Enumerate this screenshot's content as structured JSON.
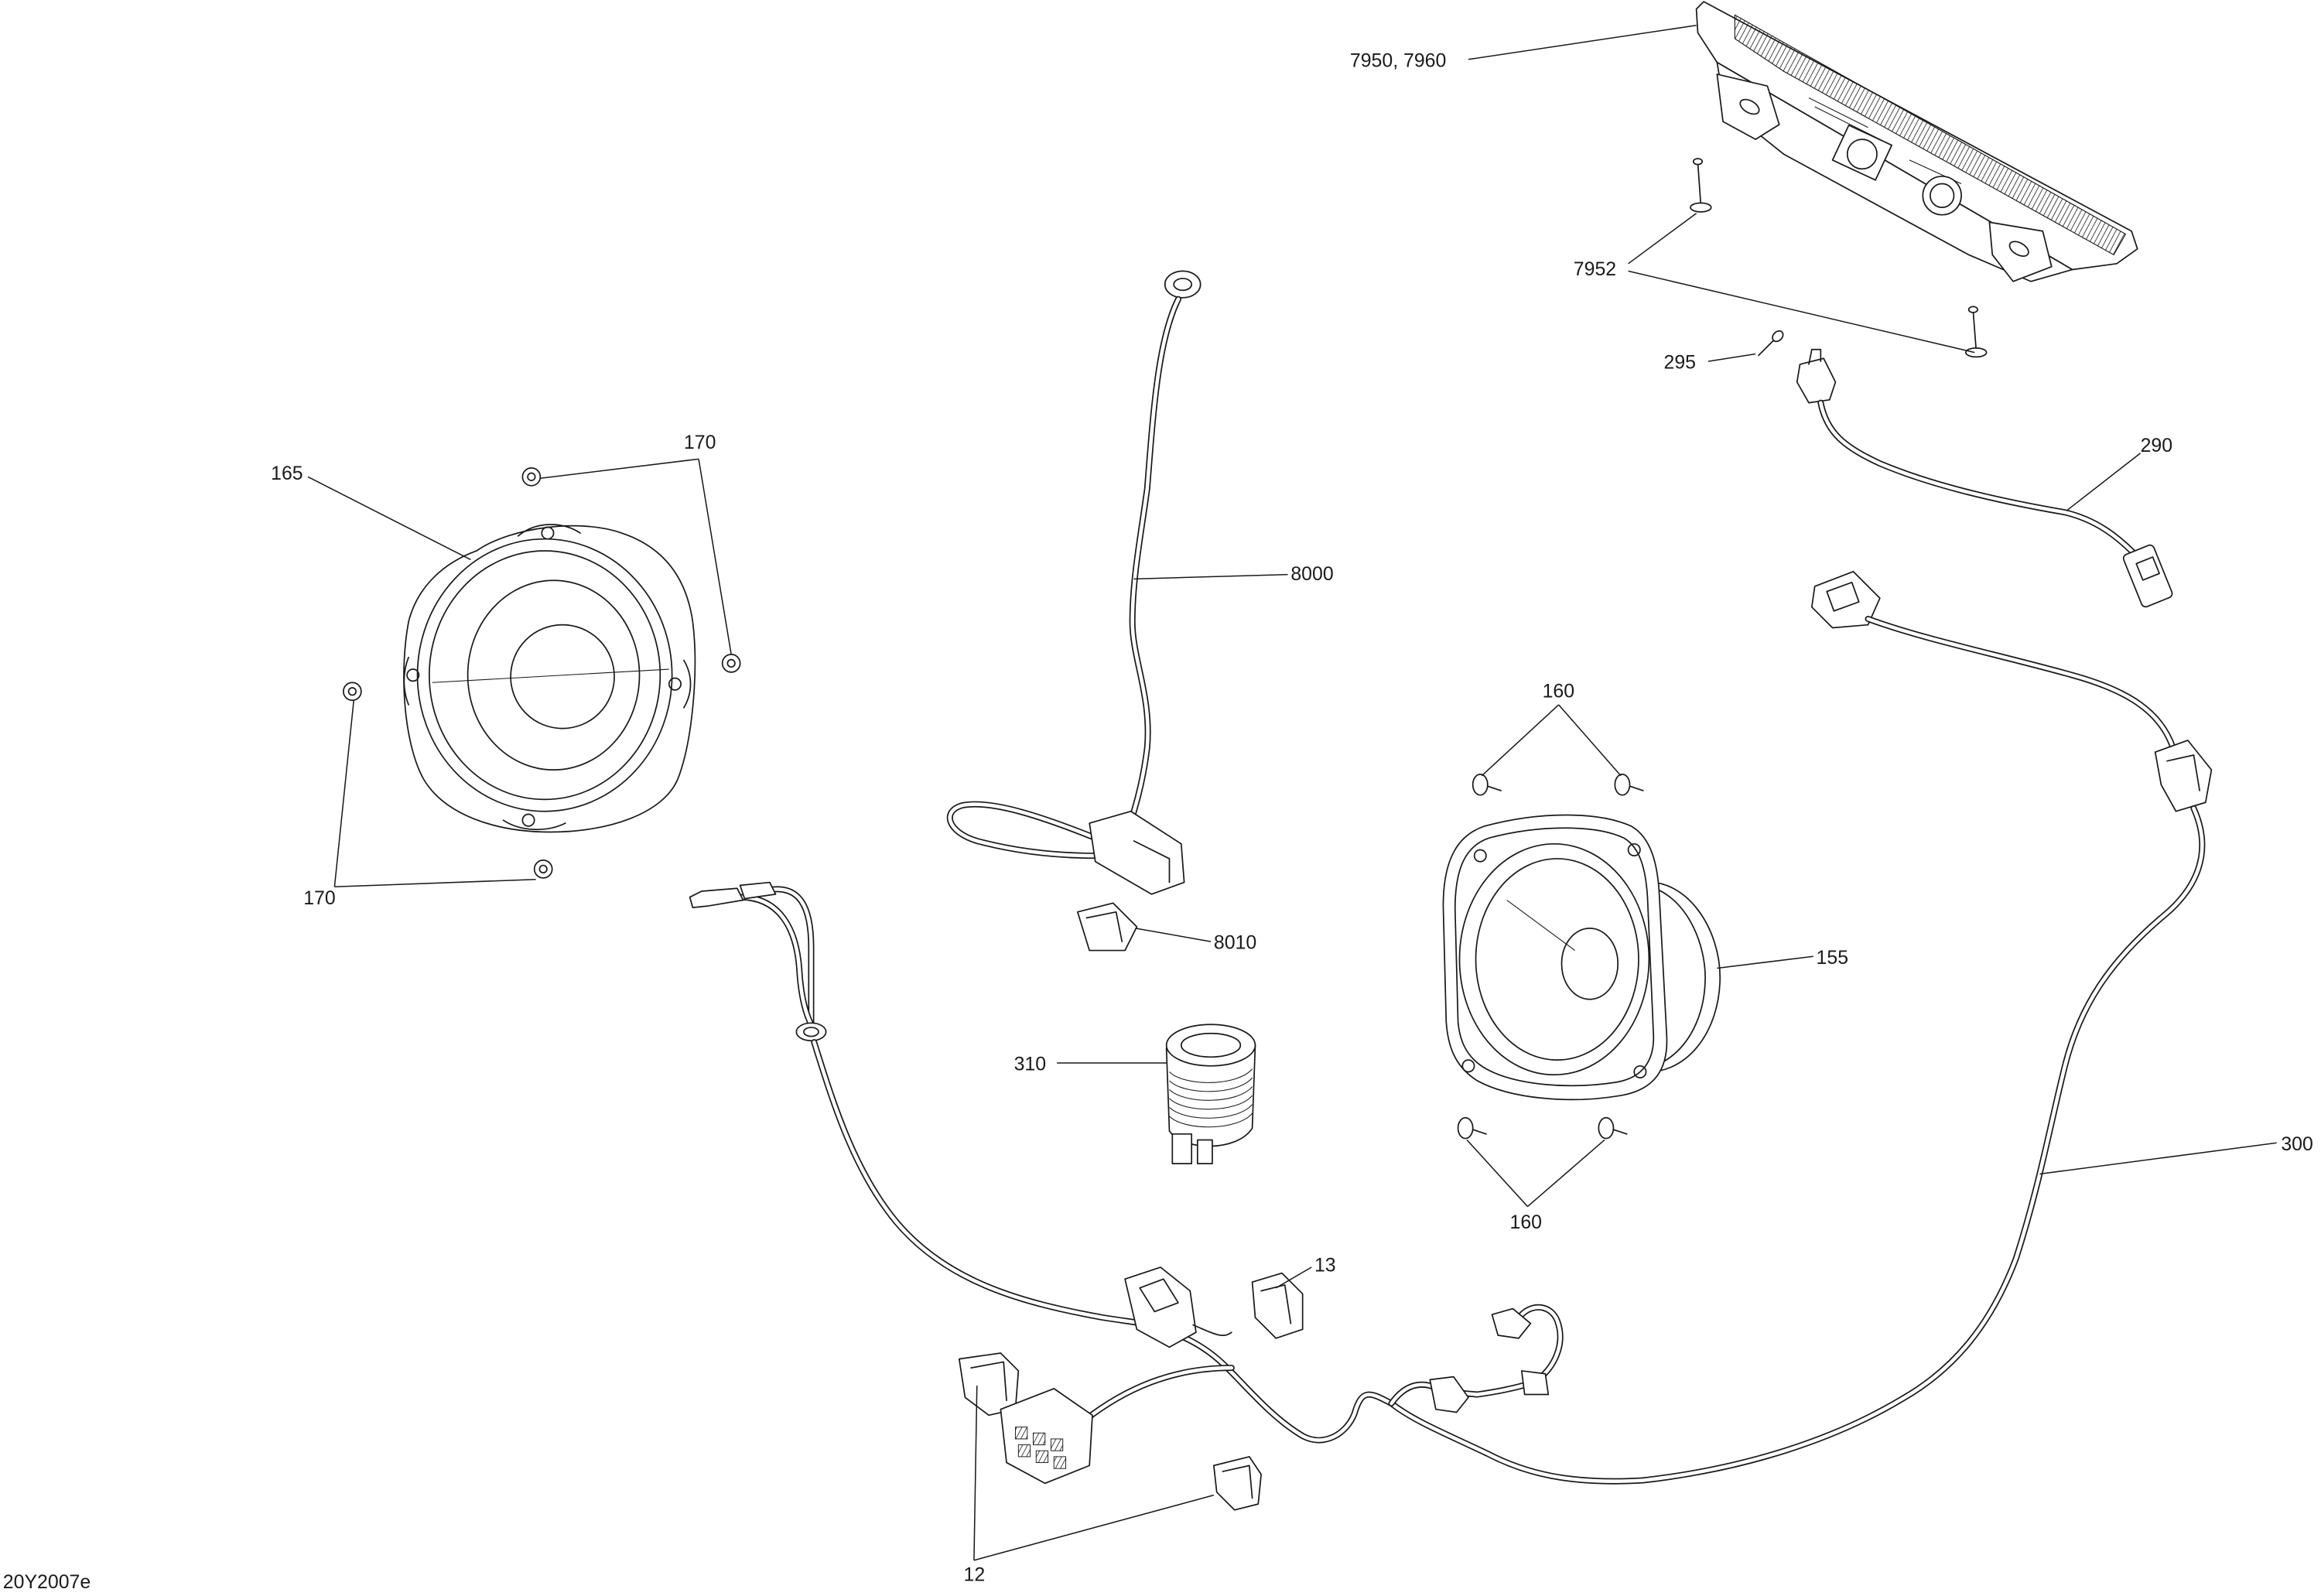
{
  "figure_code": "20Y2007e",
  "callouts": [
    {
      "label": "7950, 7960"
    },
    {
      "label": "7952"
    },
    {
      "label": "295"
    },
    {
      "label": "290"
    },
    {
      "label": "165"
    },
    {
      "label": "170"
    },
    {
      "label": "170"
    },
    {
      "label": "8000"
    },
    {
      "label": "160"
    },
    {
      "label": "8010"
    },
    {
      "label": "155"
    },
    {
      "label": "310"
    },
    {
      "label": "300"
    },
    {
      "label": "160"
    },
    {
      "label": "13"
    },
    {
      "label": "12"
    }
  ],
  "colors": {
    "line": "#1a1a1a",
    "background": "#ffffff"
  }
}
